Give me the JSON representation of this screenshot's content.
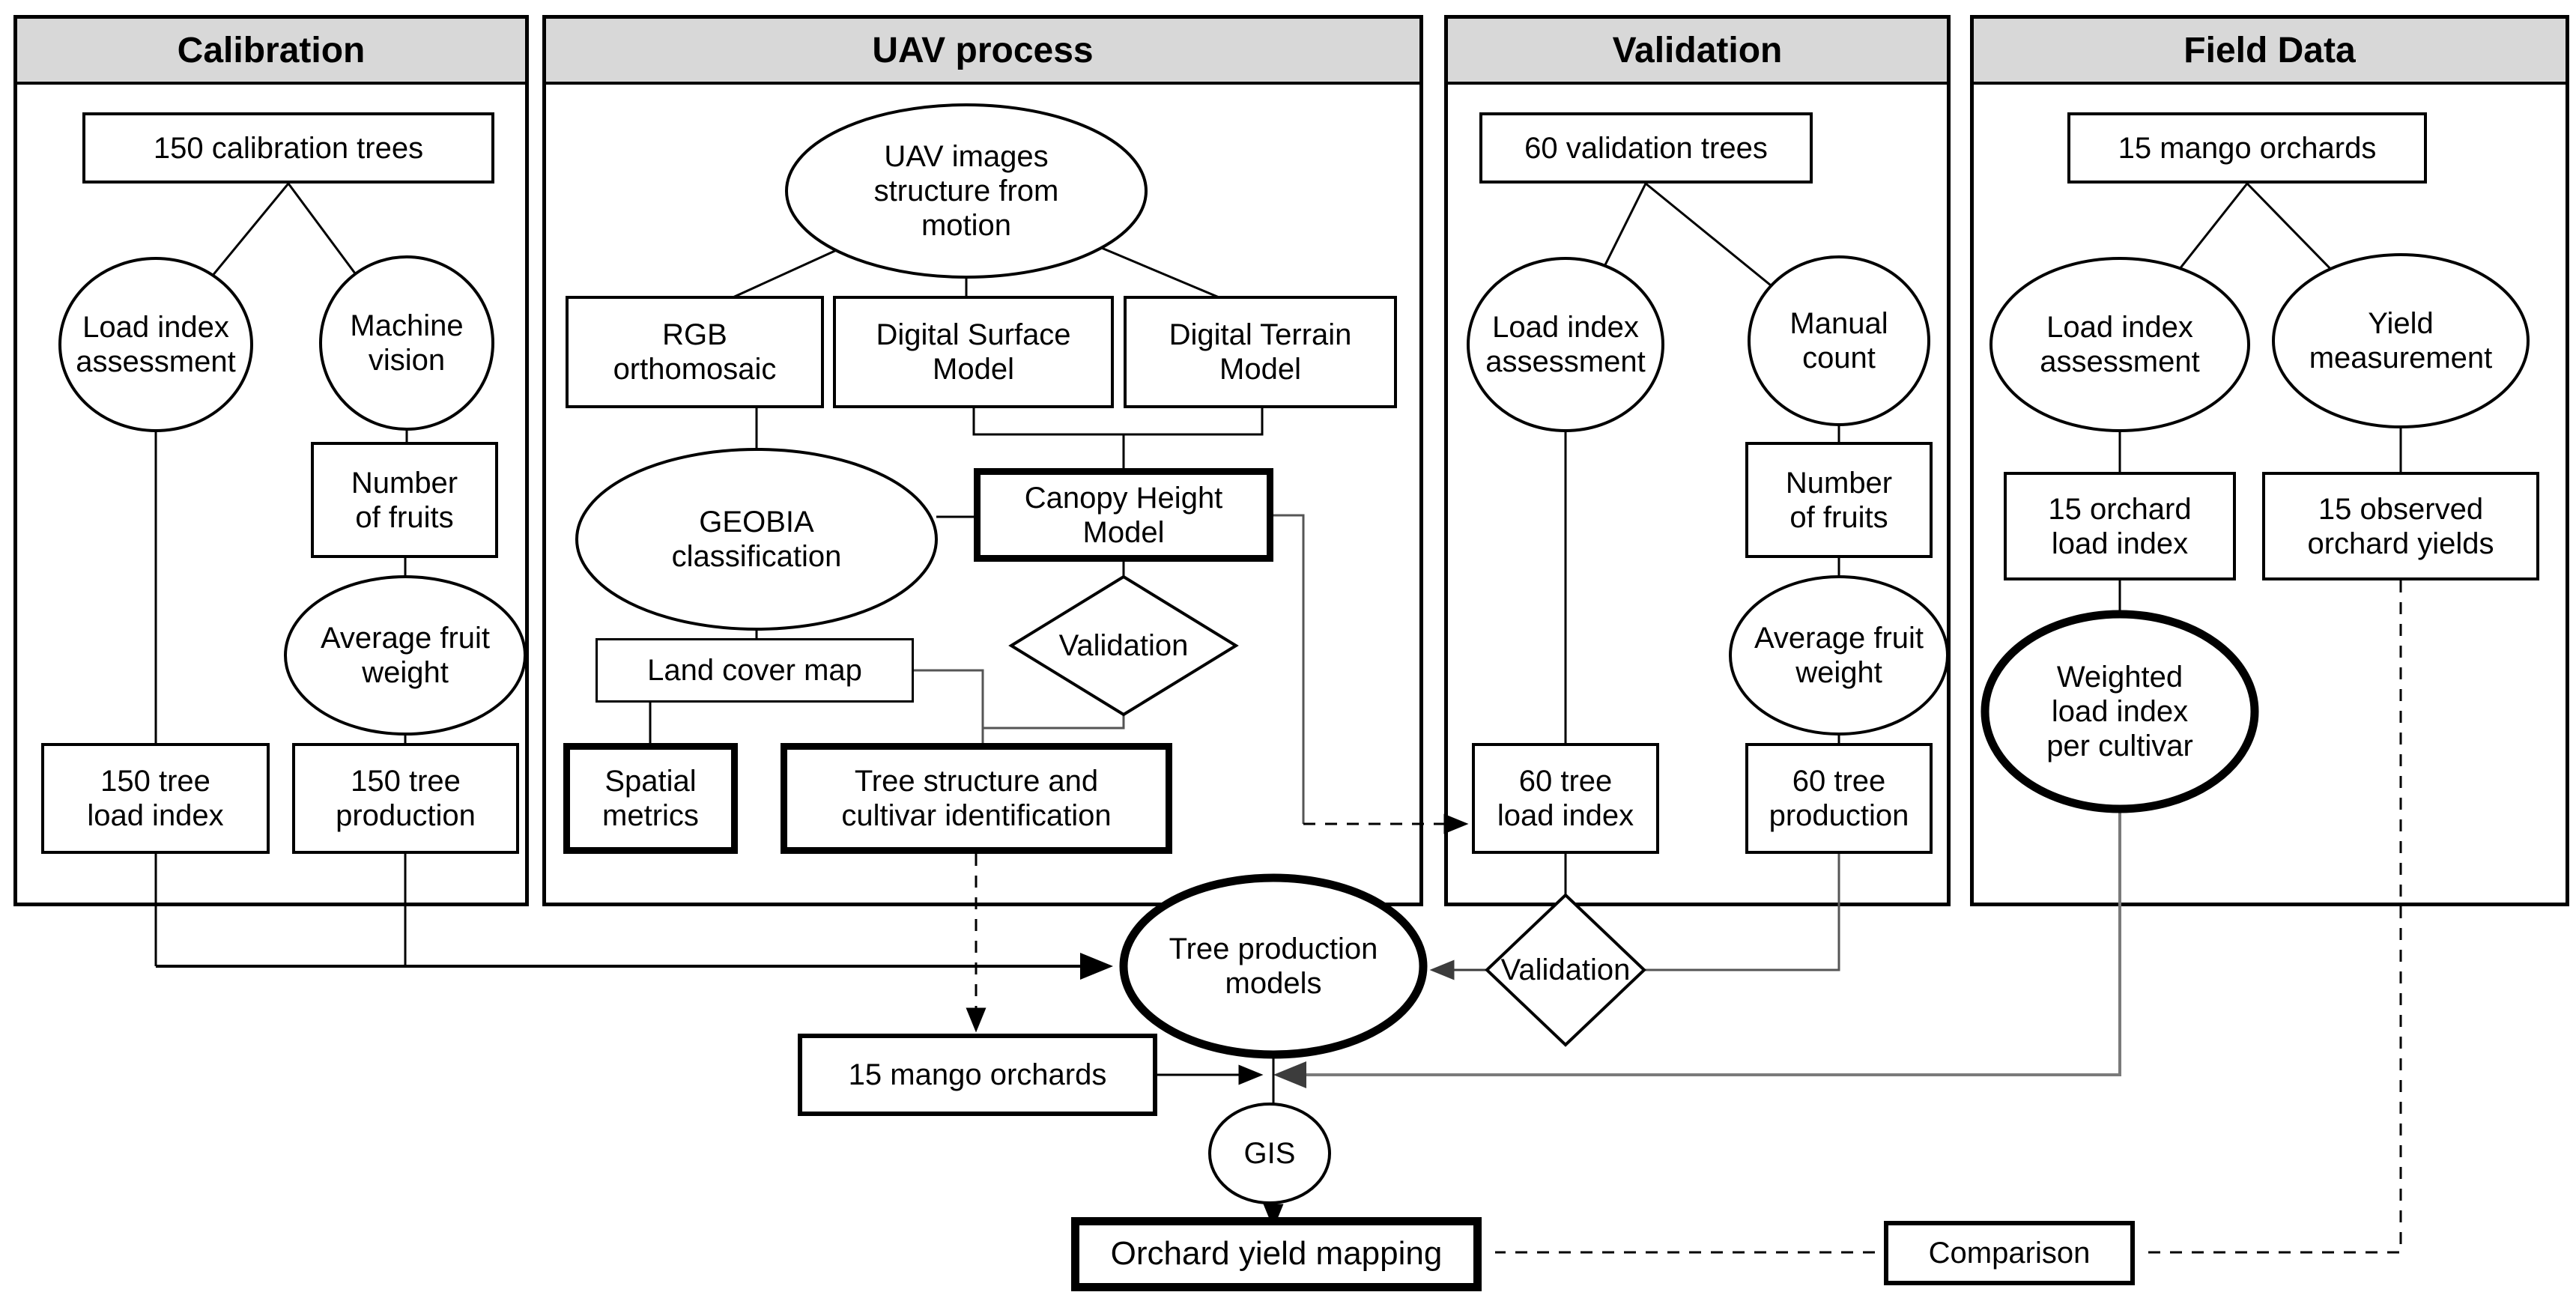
{
  "colors": {
    "header_bg": "#d8d8d8",
    "line": "#000000",
    "gray_line": "#6e6e6e",
    "node_fill": "#ffffff"
  },
  "panels": {
    "calibration": {
      "title": "Calibration"
    },
    "uav": {
      "title": "UAV process"
    },
    "validation": {
      "title": "Validation"
    },
    "field": {
      "title": "Field Data"
    }
  },
  "nodes": {
    "cal_trees": "150 calibration trees",
    "cal_load_index": "Load index assessment",
    "cal_machine_vision": "Machine vision",
    "cal_num_fruits": "Number of fruits",
    "cal_avg_weight": "Average fruit weight",
    "cal_tree_load": "150 tree load index",
    "cal_tree_prod": "150 tree production",
    "uav_sfm": "UAV images structure from motion",
    "uav_rgb": "RGB orthomosaic",
    "uav_dsm": "Digital Surface Model",
    "uav_dtm": "Digital Terrain Model",
    "uav_geobia": "GEOBIA classification",
    "uav_chm": "Canopy Height Model",
    "uav_validation": "Validation",
    "uav_landcover": "Land cover map",
    "uav_spatial": "Spatial metrics",
    "uav_tree_structure": "Tree structure and cultivar identification",
    "val_trees": "60 validation trees",
    "val_load_index": "Load index assessment",
    "val_manual": "Manual count",
    "val_num_fruits": "Number of fruits",
    "val_avg_weight": "Average fruit weight",
    "val_tree_load": "60 tree load index",
    "val_tree_prod": "60 tree production",
    "val_validation": "Validation",
    "field_orchards": "15 mango orchards",
    "field_load_index": "Load index assessment",
    "field_yield": "Yield measurement",
    "field_orchard_load": "15 orchard load index",
    "field_observed": "15 observed orchard yields",
    "field_weighted": "Weighted load index per cultivar",
    "tree_prod_models": "Tree production models",
    "mango_orchards": "15 mango orchards",
    "gis": "GIS",
    "orchard_yield": "Orchard yield mapping",
    "comparison": "Comparison"
  }
}
